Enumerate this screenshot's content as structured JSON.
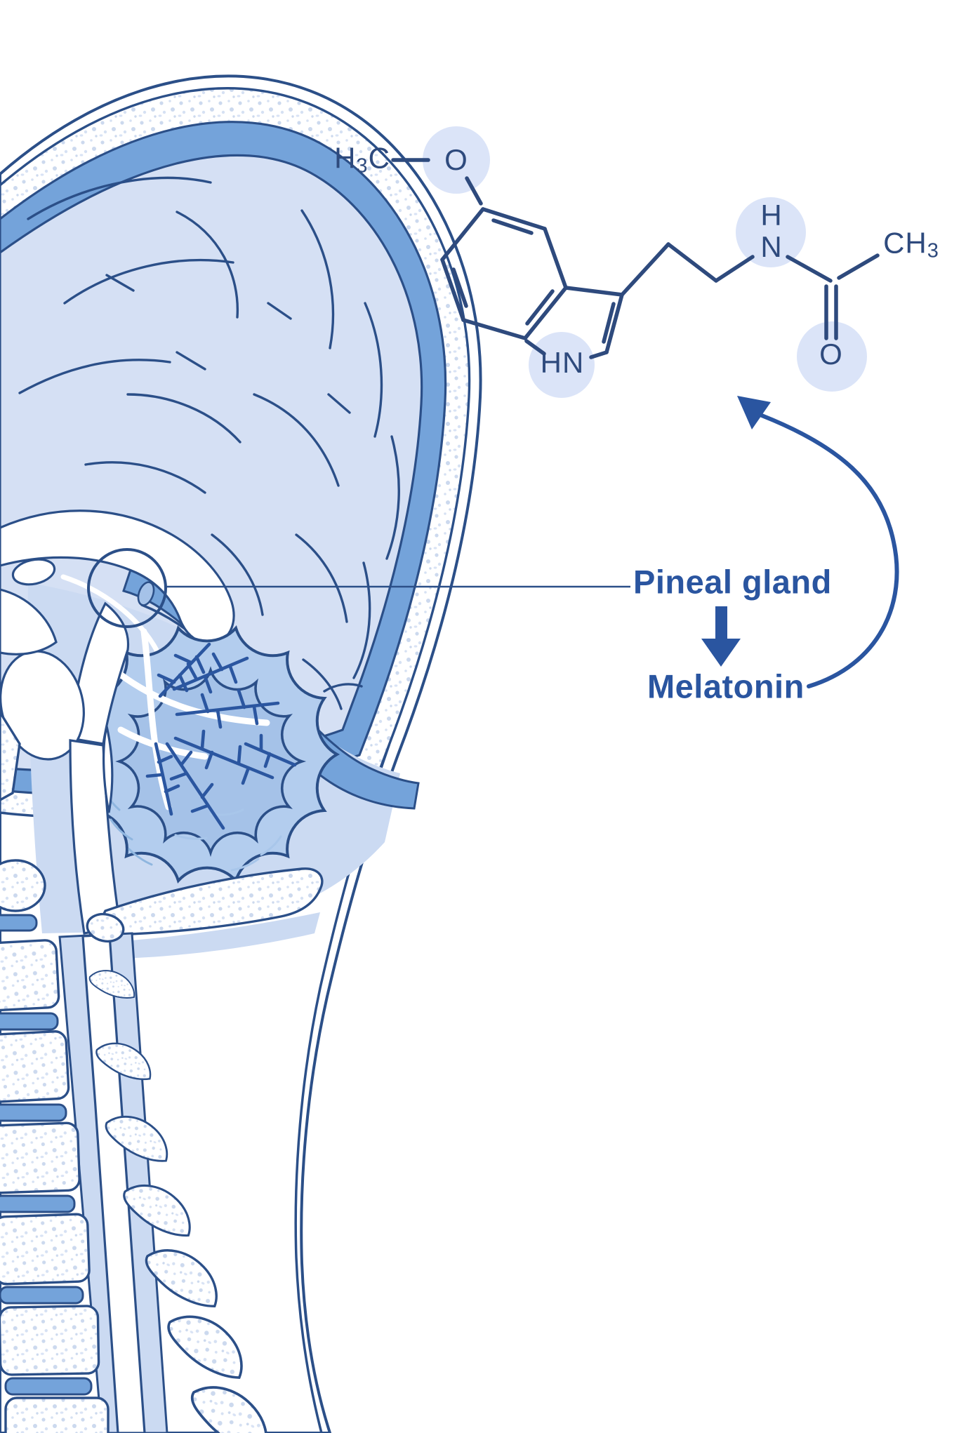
{
  "labels": {
    "pineal_gland": "Pineal gland",
    "melatonin": "Melatonin"
  },
  "molecule": {
    "methoxy_methyl": {
      "main1": "H",
      "sub": "3",
      "main2": "C"
    },
    "methoxy_oxygen": "O",
    "indole_nh": "HN",
    "amide_h": "H",
    "amide_n": "N",
    "acetyl_methyl": {
      "main1": "C",
      "main2": "H",
      "sub": "3"
    },
    "carbonyl_oxygen": "O"
  },
  "icons": {
    "pineal_to_melatonin": "down-arrow",
    "melatonin_to_structure": "curved-up-left-arrow",
    "pineal_marker": "circle-annotation",
    "pineal_leader": "horizontal-leader-line"
  },
  "colors": {
    "outline": "#2b4f88",
    "label_text": "#2a55a0",
    "bond_and_atom_text": "#2e4a7d",
    "brain_fill": "#d5e0f4",
    "csf_fill": "#cbdaf2",
    "meninges_band": "#74a3da",
    "cerebellum_outer": "#b3cdee",
    "cerebellum_inner": "#a5c2e8",
    "atom_highlight": "#dbe4f8",
    "bone_stipple_dot": "#ccd9ee",
    "background": "#ffffff"
  }
}
